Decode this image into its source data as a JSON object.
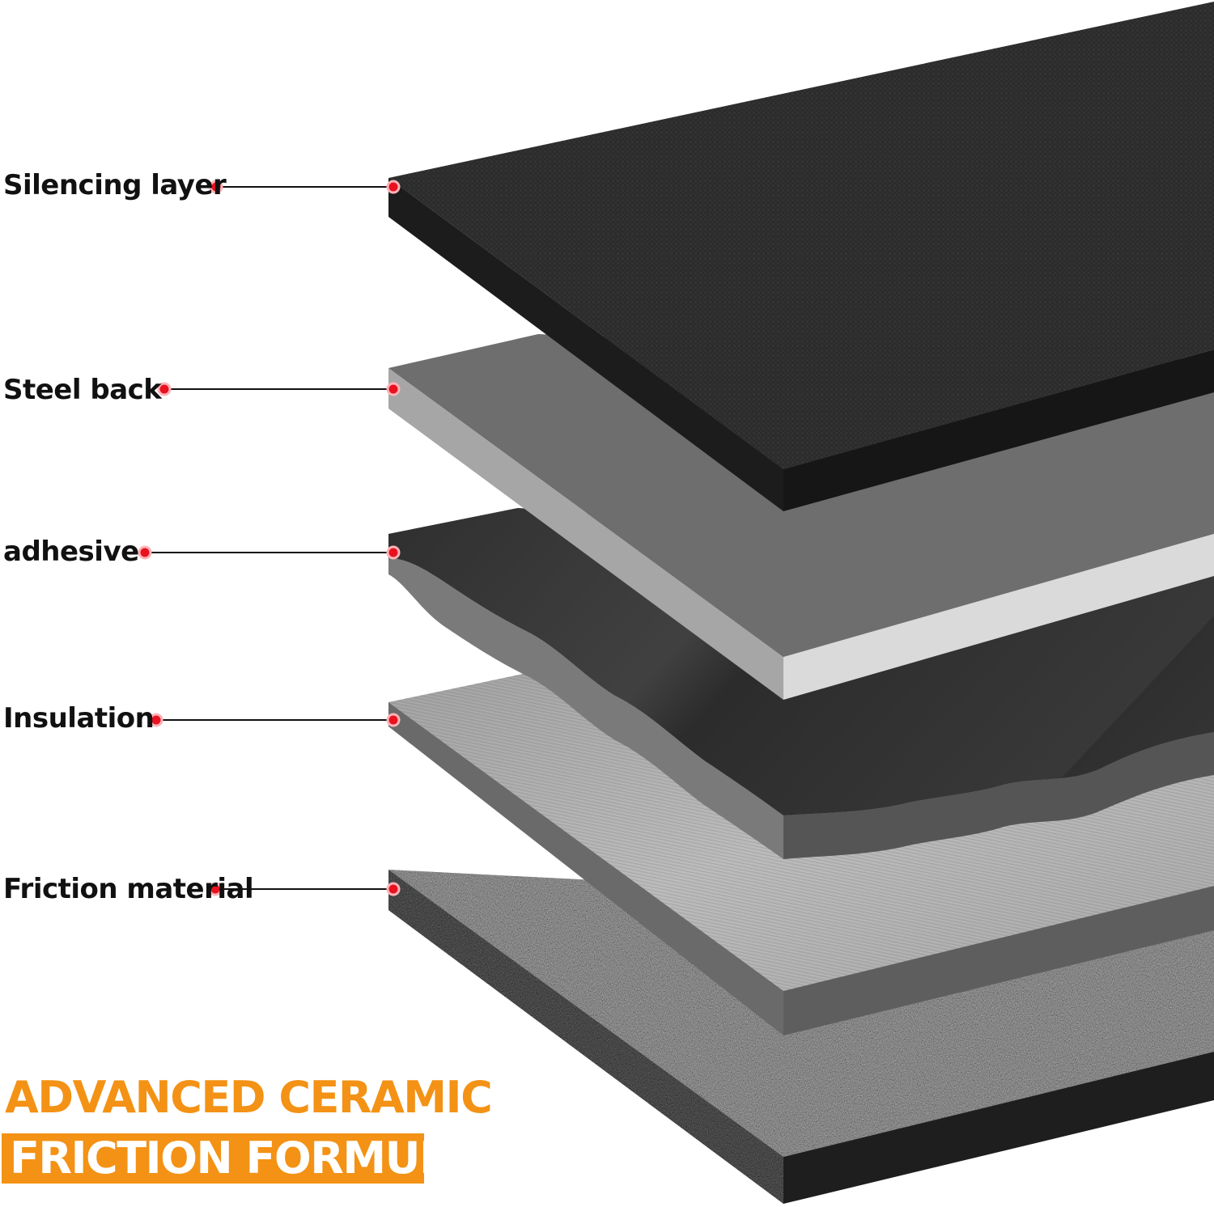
{
  "layers": [
    {
      "label": "Silencing layer"
    },
    {
      "label": "Steel back"
    },
    {
      "label": "adhesive"
    },
    {
      "label": "Insulation"
    },
    {
      "label": "Friction material"
    }
  ],
  "headline": "ADVANCED CERAMIC",
  "subheadline": "FRICTION FORMULA",
  "colors": {
    "accent": "#f39215",
    "marker": "#e8121f",
    "leader": "#111111"
  }
}
